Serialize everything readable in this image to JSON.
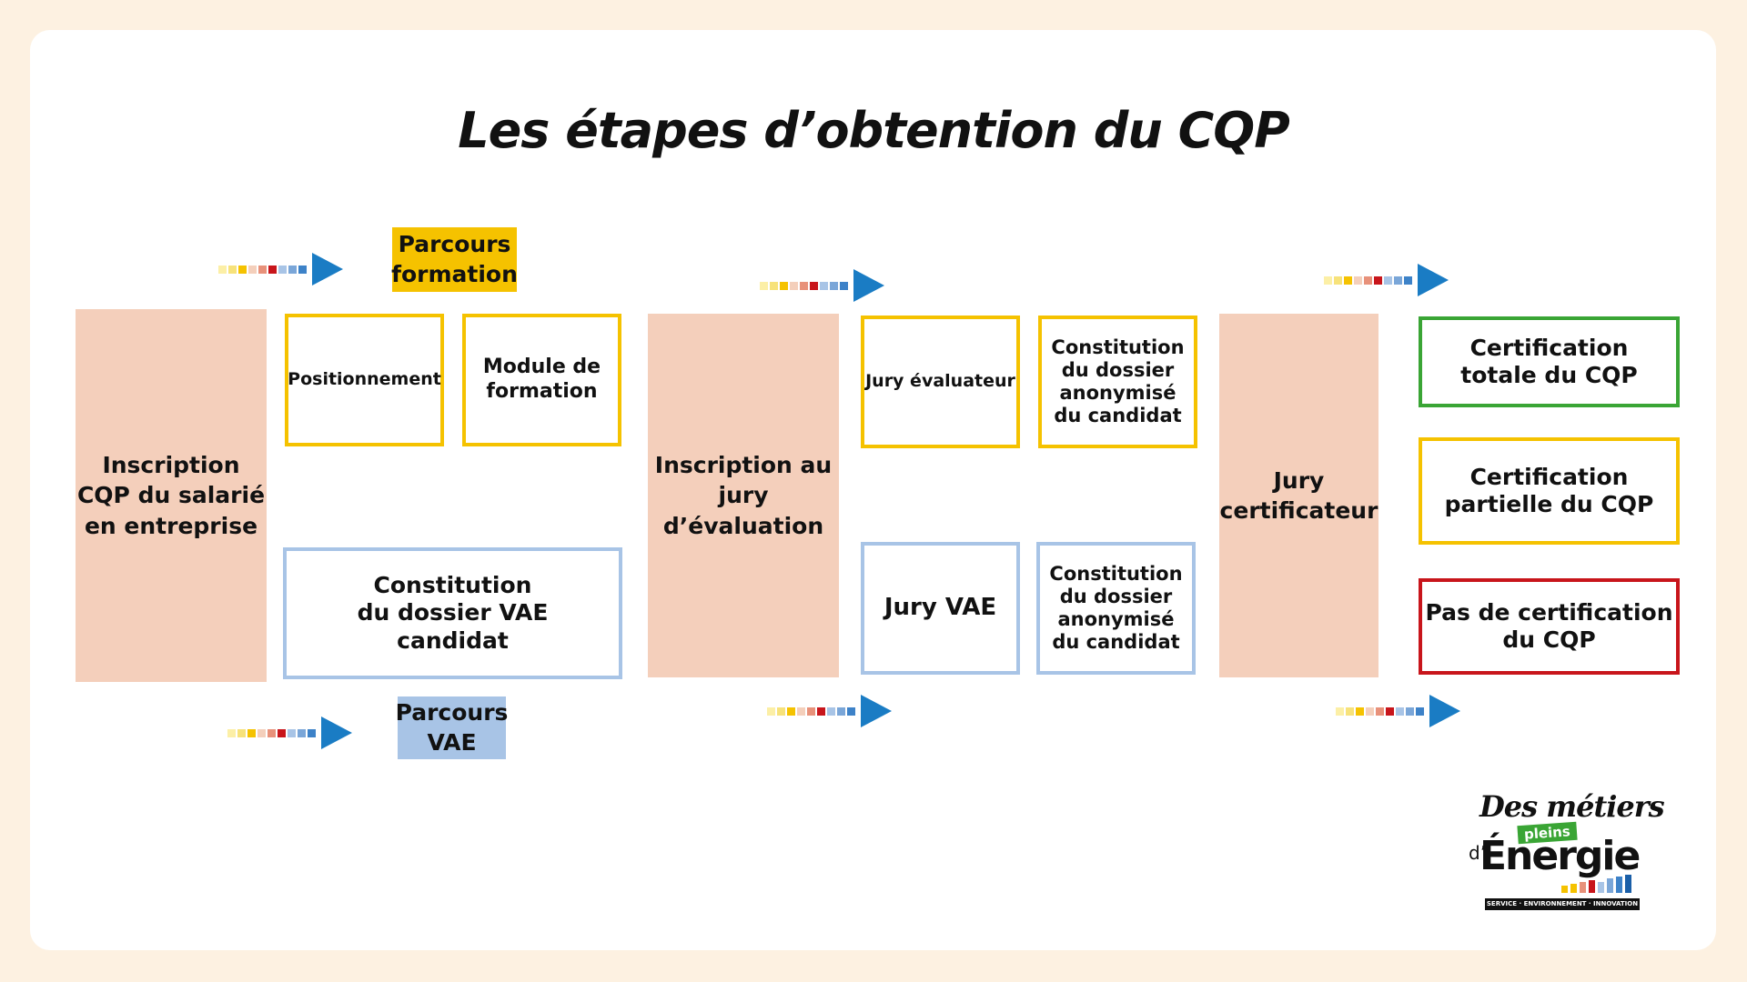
{
  "title": "Les étapes d’obtention du CQP",
  "tags": {
    "parcours_formation": "Parcours\nformation",
    "parcours_vae": "Parcours\nVAE"
  },
  "steps": {
    "inscription_cqp": "Inscription\nCQP du salarié\nen entreprise",
    "positionnement": "Positionnement",
    "module_formation": "Module de\nformation",
    "dossier_vae": "Constitution\ndu dossier VAE\ncandidat",
    "inscription_jury": "Inscription au\njury\nd’évaluation",
    "jury_evaluateur": "Jury évaluateur",
    "dossier_anonymise_formation": "Constitution\ndu dossier\nanonymisé\ndu candidat",
    "jury_vae": "Jury VAE",
    "dossier_anonymise_vae": "Constitution\ndu dossier\nanonymisé\ndu candidat",
    "jury_certificateur": "Jury\ncertificateur"
  },
  "outcomes": {
    "totale": "Certification\ntotale du CQP",
    "partielle": "Certification\npartielle du CQP",
    "aucune": "Pas de certification\ndu CQP"
  },
  "colors": {
    "background": "#fdf1e1",
    "step_fill": "#f4cfbb",
    "yellow": "#f5c200",
    "light_blue": "#a8c4e6",
    "green": "#3aa535",
    "red": "#c8151b",
    "arrow_blue": "#1a7cc4"
  },
  "arrow_dots": [
    "#fcefa6",
    "#f7e27a",
    "#f5c200",
    "#f4cfbb",
    "#e8917a",
    "#c8151b",
    "#a8c4e6",
    "#7aa6d8",
    "#3d82c8"
  ],
  "logo": {
    "top": "Des métiers",
    "pleins": "pleins",
    "d": "d’",
    "energie": "Énergie",
    "tagline": "SERVICE · ENVIRONNEMENT · INNOVATION"
  }
}
